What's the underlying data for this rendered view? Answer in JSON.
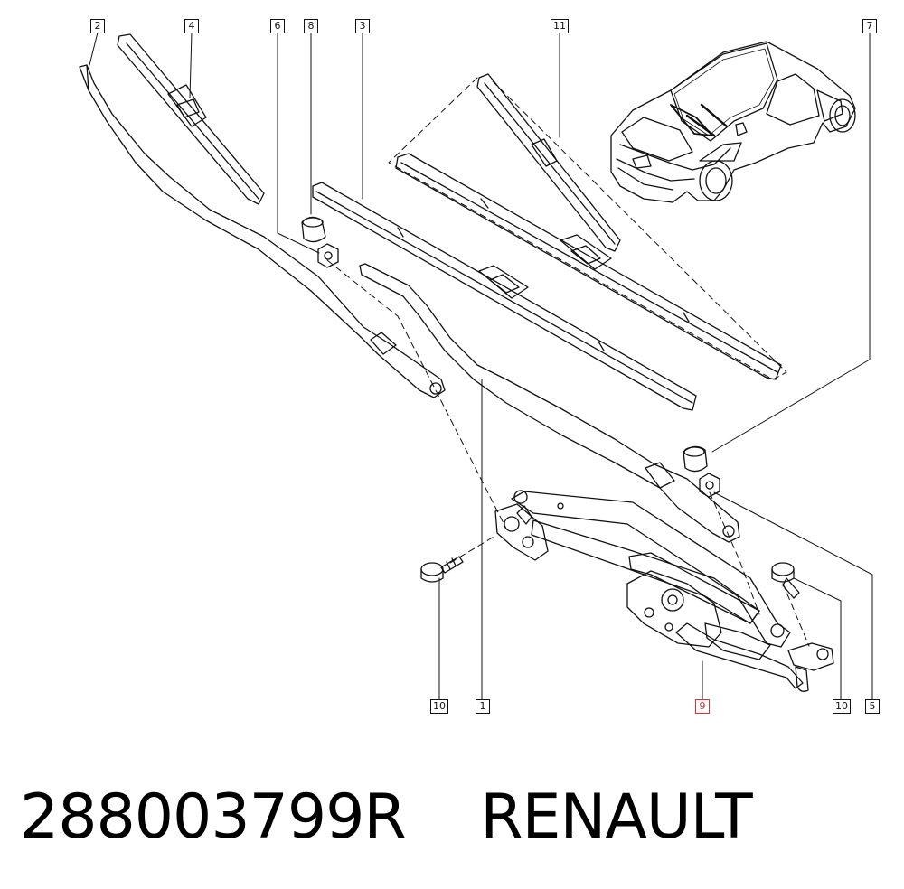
{
  "diagram": {
    "callouts": {
      "c2": "2",
      "c4": "4",
      "c6": "6",
      "c8": "8",
      "c3": "3",
      "c11": "11",
      "c7": "7",
      "c10a": "10",
      "c1": "1",
      "c9": "9",
      "c10b": "10",
      "c5": "5"
    },
    "highlight_color": "#e0313b",
    "line_color": "#111111"
  },
  "caption": {
    "part_number": "288003799R",
    "brand": "RENAULT"
  }
}
